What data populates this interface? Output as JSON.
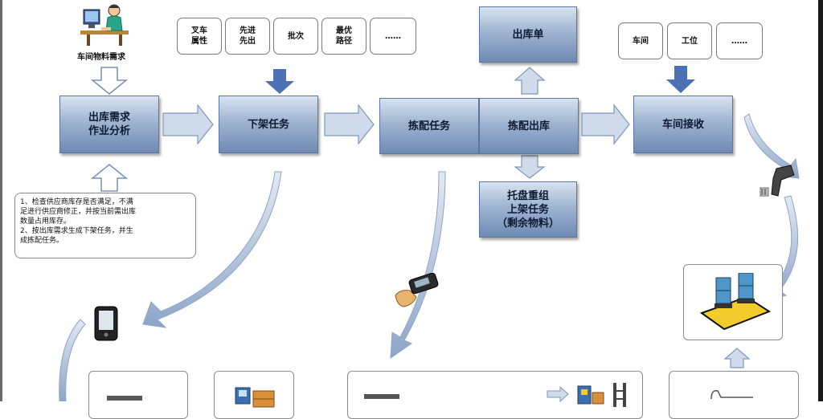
{
  "top_label": "车间物料需求",
  "process": {
    "analysis": "出库需求\n作业分析",
    "unshelve": "下架任务",
    "pick_task": "拣配任务",
    "pick_out": "拣配出库",
    "receive": "车间接收",
    "outbound_order": "出库单",
    "restack": "托盘重组\n上架任务\n（剩余物料）"
  },
  "attributes_unshelve": [
    "叉车\n属性",
    "先进\n先出",
    "批次",
    "最优\n路径",
    "……"
  ],
  "attributes_receive": [
    "车间",
    "工位",
    "……"
  ],
  "note_lines": [
    "1、检查供应商库存是否满足，不满",
    "足进行供应商修正，并按当前需出库",
    "数量占用库存。",
    "2、按出库需求生成下架任务，并生",
    "成拣配任务。"
  ],
  "colors": {
    "process_fill_top": "#d9e3f0",
    "process_fill_bottom": "#6e8ab3",
    "arrow_fill": "#cfdbea",
    "arrow_stroke": "#7f97bb",
    "solid_arrow": "#4a72b4",
    "scan_arc": "#9eb2cf"
  },
  "icons": [
    "worker-at-computer-icon",
    "handheld-terminal-icon",
    "hand-scanner-icon",
    "barcode-gun-icon",
    "warehouse-pallet-icon",
    "forklift-icon",
    "robot-arm-icon"
  ]
}
